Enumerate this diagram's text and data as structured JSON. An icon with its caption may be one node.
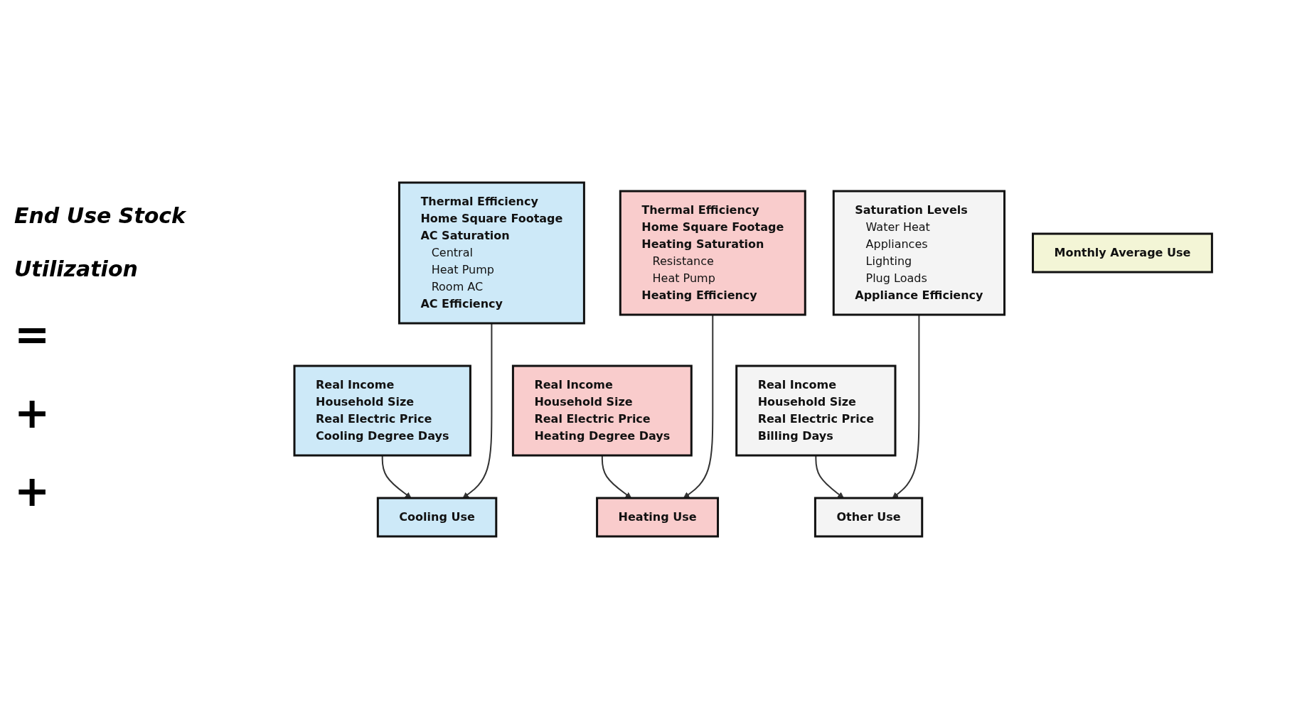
{
  "diagram": {
    "nodes": [
      {
        "text": [
          "Thermal Efficiency",
          "Home Square Footage",
          "AC Saturation",
          "Central",
          "Heat Pump",
          "Room AC",
          "AC Efficiency"
        ]
      },
      {
        "text": [
          "Thermal Efficiency",
          "Home Square Footage",
          "Heating Saturation",
          "Resistance",
          "Heat Pump",
          "Heating Efficiency"
        ]
      },
      {
        "text": [
          "Saturation Levels",
          "Water Heat",
          "Appliances",
          "Lighting",
          "Plug Loads",
          "Appliance Efficiency"
        ]
      },
      {
        "text": [
          "Real Income",
          "Household Size",
          "Real Electric Price",
          "Cooling Degree Days"
        ]
      },
      {
        "text": [
          "Real Income",
          "Household Size",
          "Real Electric Price",
          "Heating Degree Days"
        ]
      },
      {
        "text": [
          "Real Income",
          "Household Size",
          "Real Electric Price",
          "Billing Days"
        ]
      },
      {
        "text": [
          "Monthly Average Use"
        ]
      },
      {
        "text": [
          "Cooling Use"
        ]
      },
      {
        "text": [
          "Heating Use"
        ]
      },
      {
        "text": [
          "Other Use"
        ]
      }
    ],
    "edges": [
      {
        "from": 3,
        "to": 7,
        "arrow": "to"
      },
      {
        "from": 0,
        "to": 7,
        "arrow": "to"
      },
      {
        "from": 4,
        "to": 8,
        "arrow": "to"
      },
      {
        "from": 1,
        "to": 8,
        "arrow": "to"
      },
      {
        "from": 5,
        "to": 9,
        "arrow": "to"
      },
      {
        "from": 2,
        "to": 9,
        "arrow": "to"
      }
    ],
    "labels": [
      "End Use Stock",
      "Utilization",
      "=",
      "+",
      "+"
    ]
  }
}
